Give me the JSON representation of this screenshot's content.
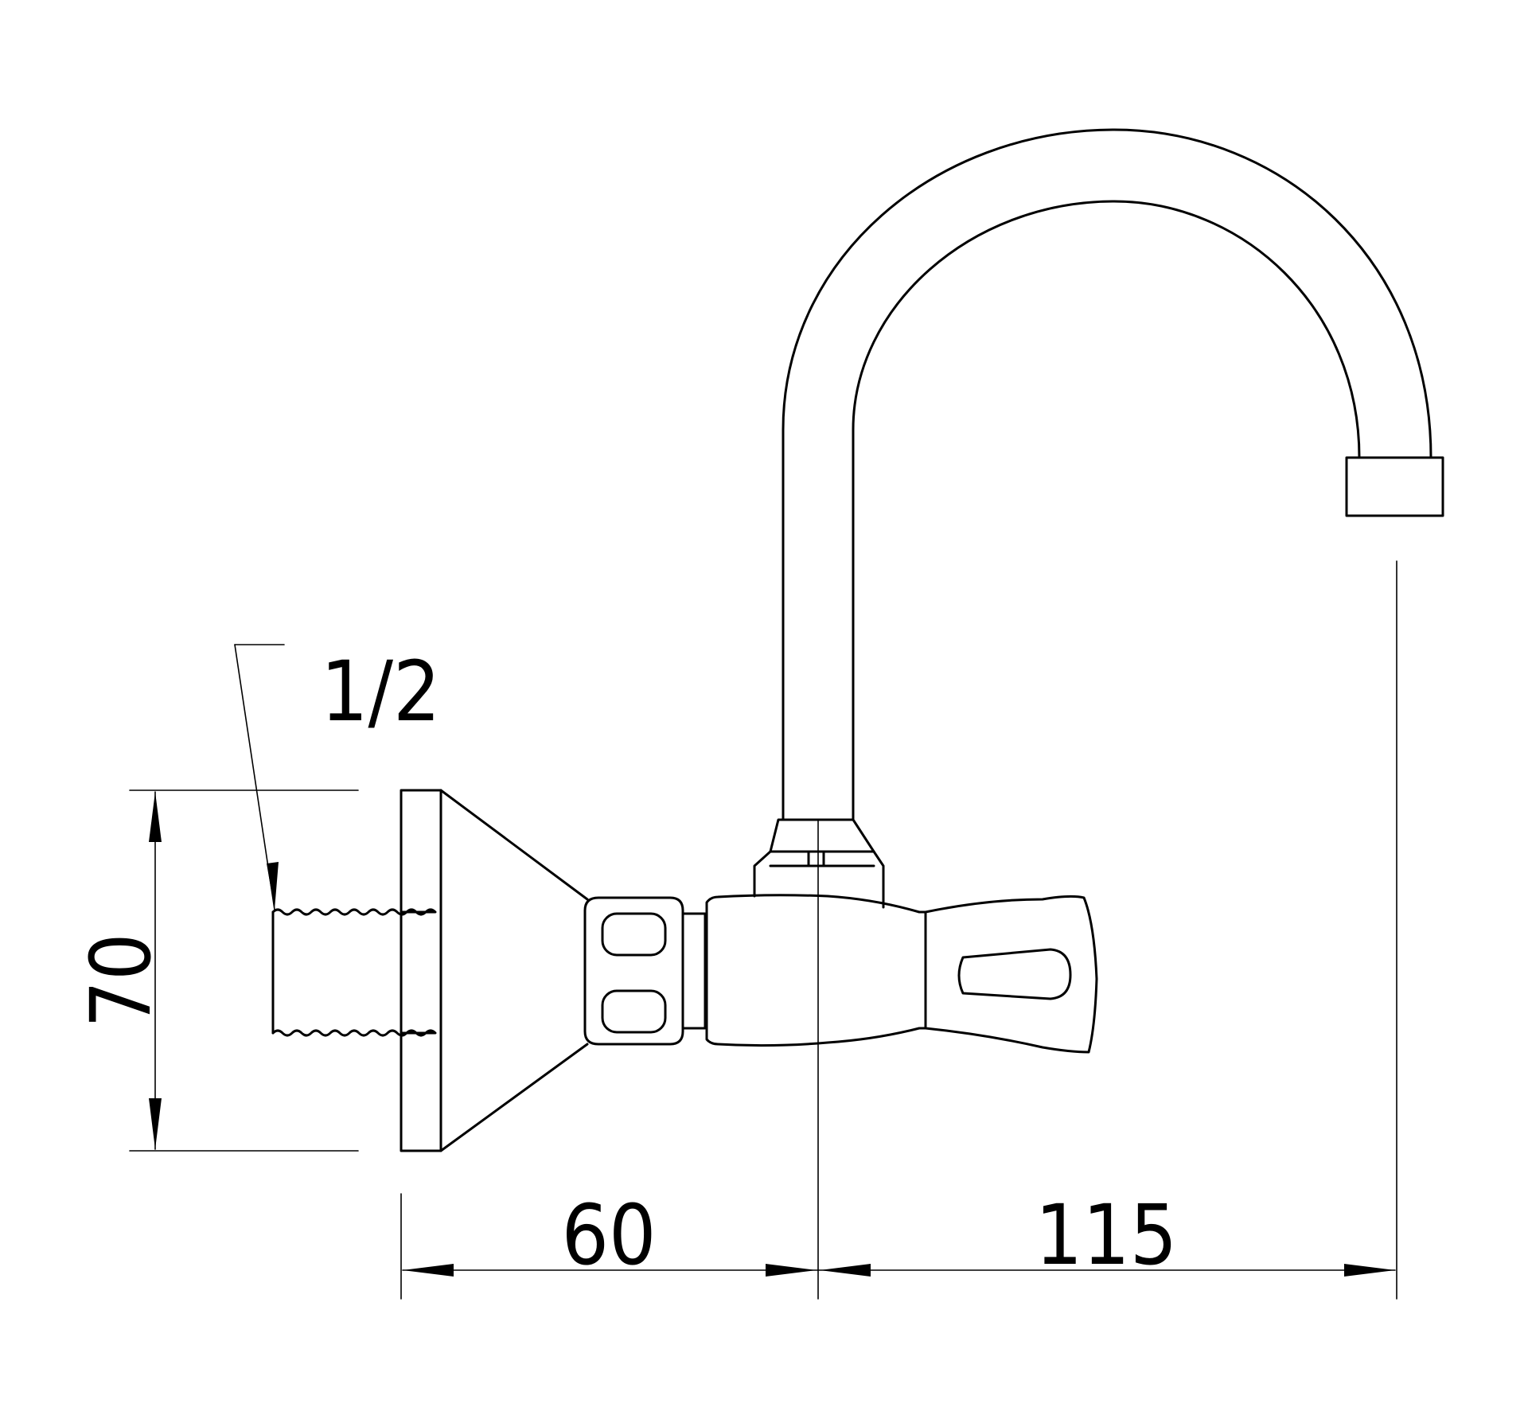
{
  "drawing": {
    "labels": {
      "thread_size": "1/2",
      "height_dim": "70",
      "wall_to_axis_dim": "60",
      "axis_to_spout_dim": "115"
    },
    "colors": {
      "line": "#000000",
      "background": "#ffffff"
    }
  }
}
